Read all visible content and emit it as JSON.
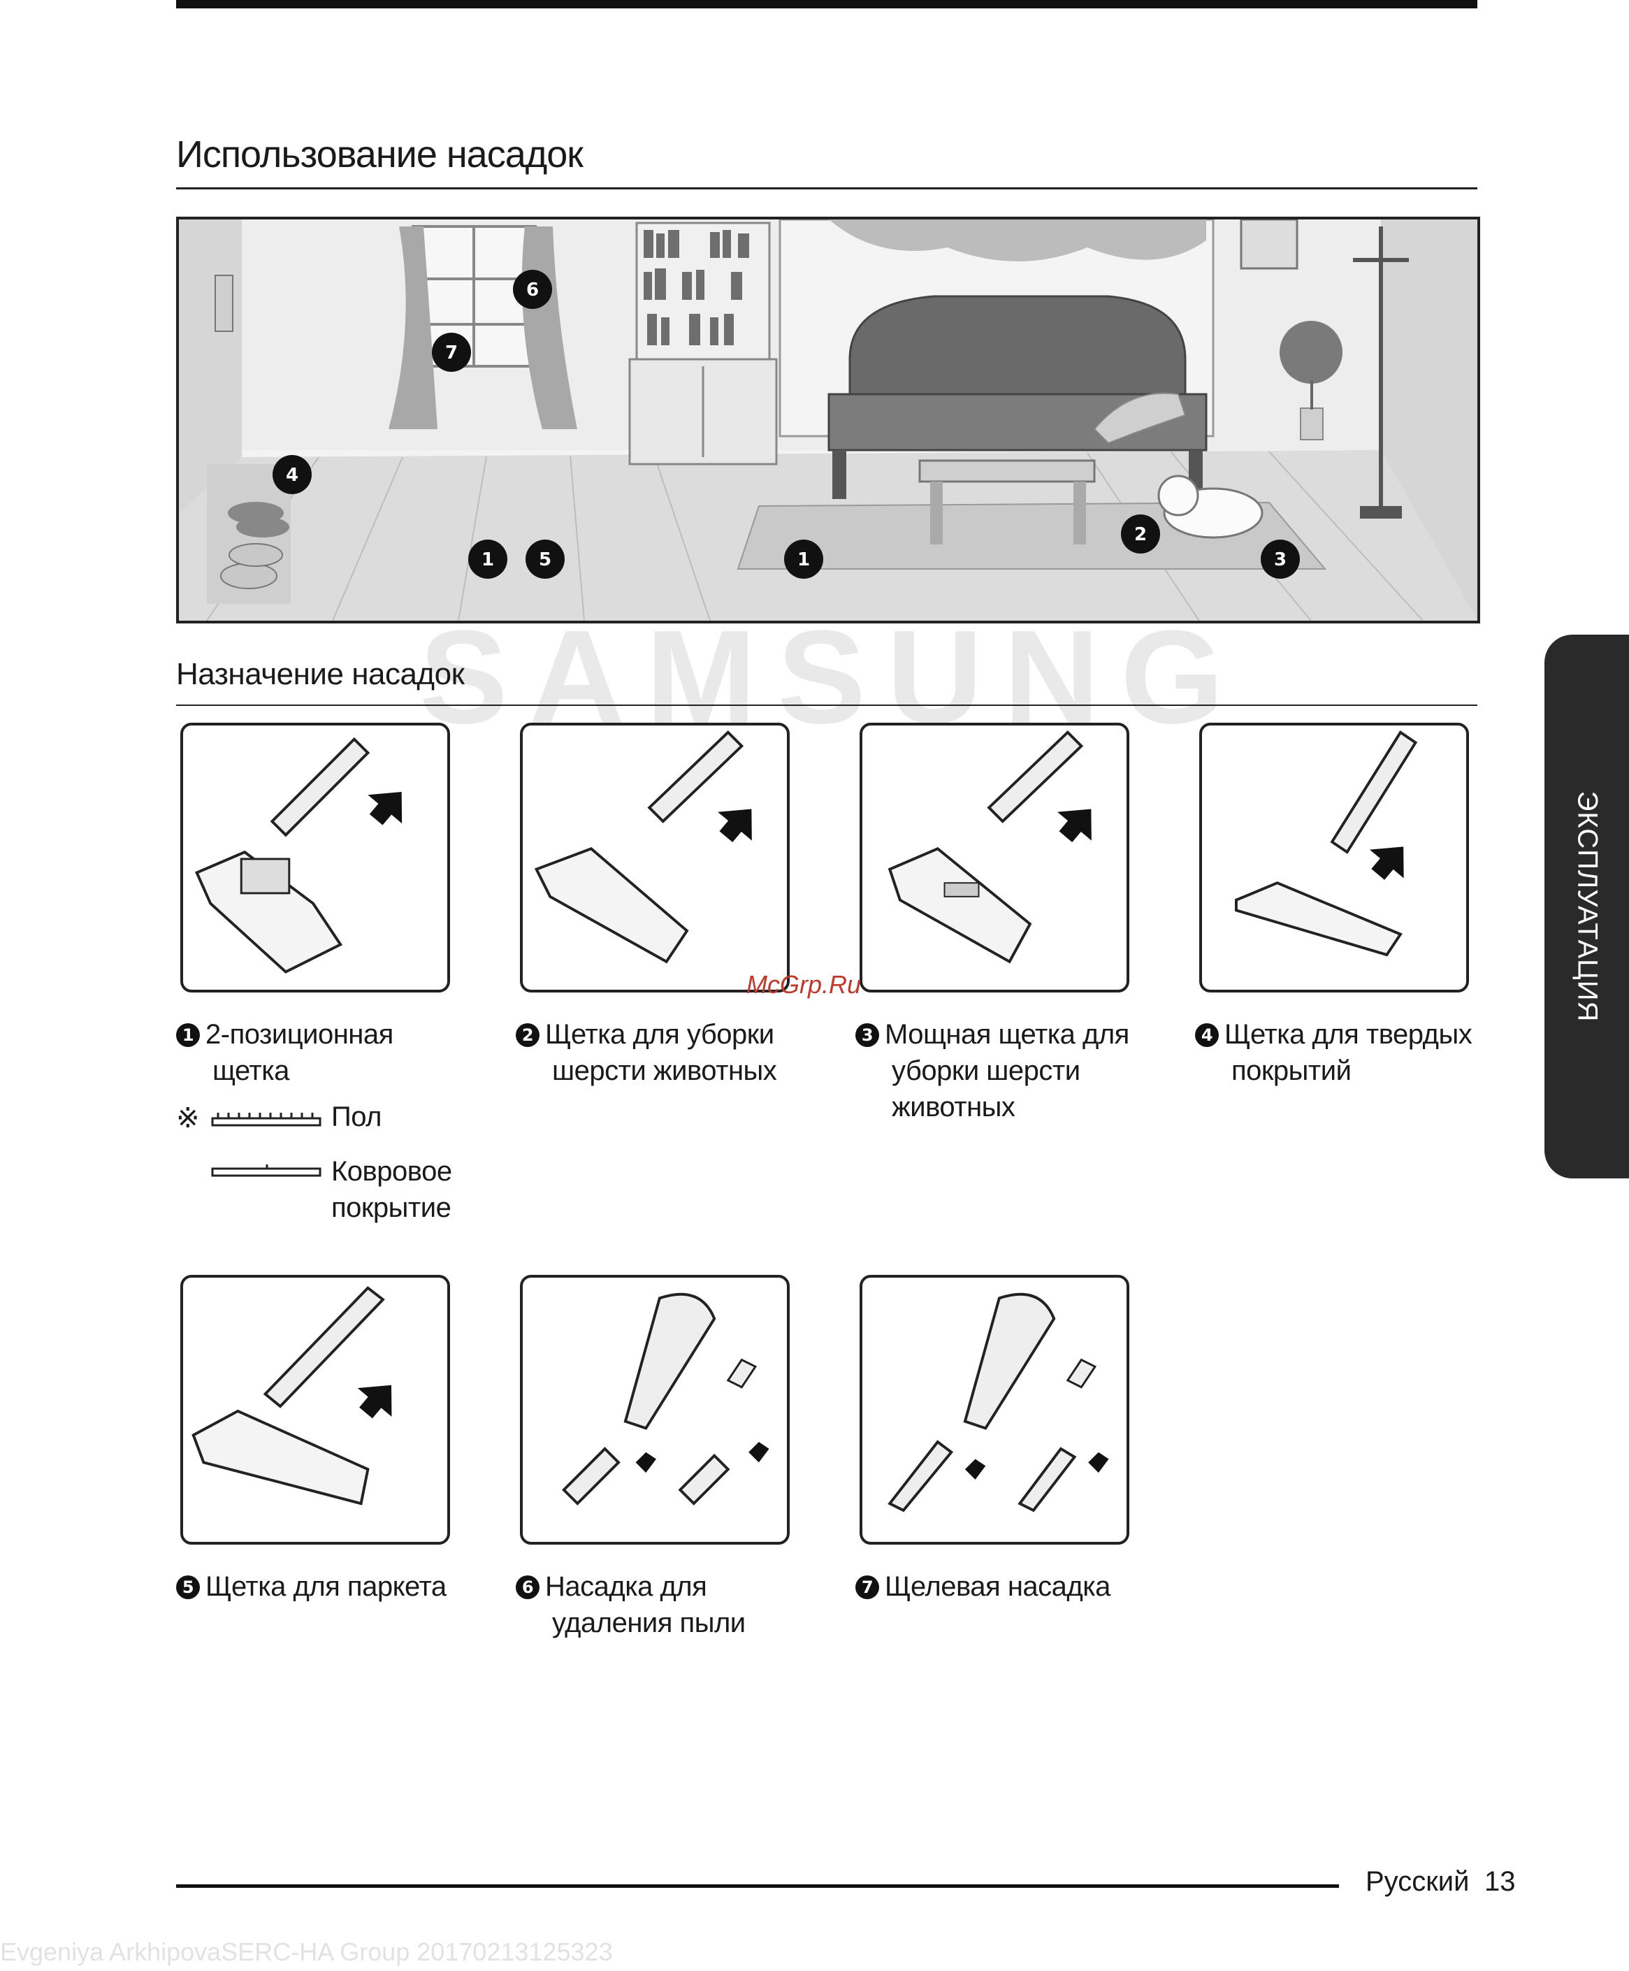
{
  "header": {
    "title": "Использование насадок"
  },
  "section": {
    "title": "Назначение насадок"
  },
  "side_tab": {
    "label": "ЭКСПЛУАТАЦИЯ"
  },
  "scene_markers": [
    "1",
    "5",
    "1",
    "2",
    "3",
    "4",
    "6",
    "7"
  ],
  "items": [
    {
      "num": "1",
      "line1": "2-позиционная",
      "line2": "щетка"
    },
    {
      "num": "2",
      "line1": "Щетка для уборки",
      "line2": "шерсти животных"
    },
    {
      "num": "3",
      "line1": "Мощная щетка для",
      "line2": "уборки шерсти",
      "line3": "животных"
    },
    {
      "num": "4",
      "line1": "Щетка для твердых",
      "line2": "покрытий"
    },
    {
      "num": "5",
      "line1": "Щетка для паркета"
    },
    {
      "num": "6",
      "line1": "Насадка для",
      "line2": "удаления пыли"
    },
    {
      "num": "7",
      "line1": "Щелевая насадка"
    }
  ],
  "note": {
    "symbol": "※",
    "floor": "Пол",
    "carpet1": "Ковровое",
    "carpet2": "покрытие"
  },
  "watermarks": {
    "brand": "SAMSUNG",
    "site": "McGrp.Ru",
    "footer": "Evgeniya ArkhipovaSERC-HA Group 20170213125323"
  },
  "footer": {
    "language": "Русский",
    "page": "13"
  }
}
